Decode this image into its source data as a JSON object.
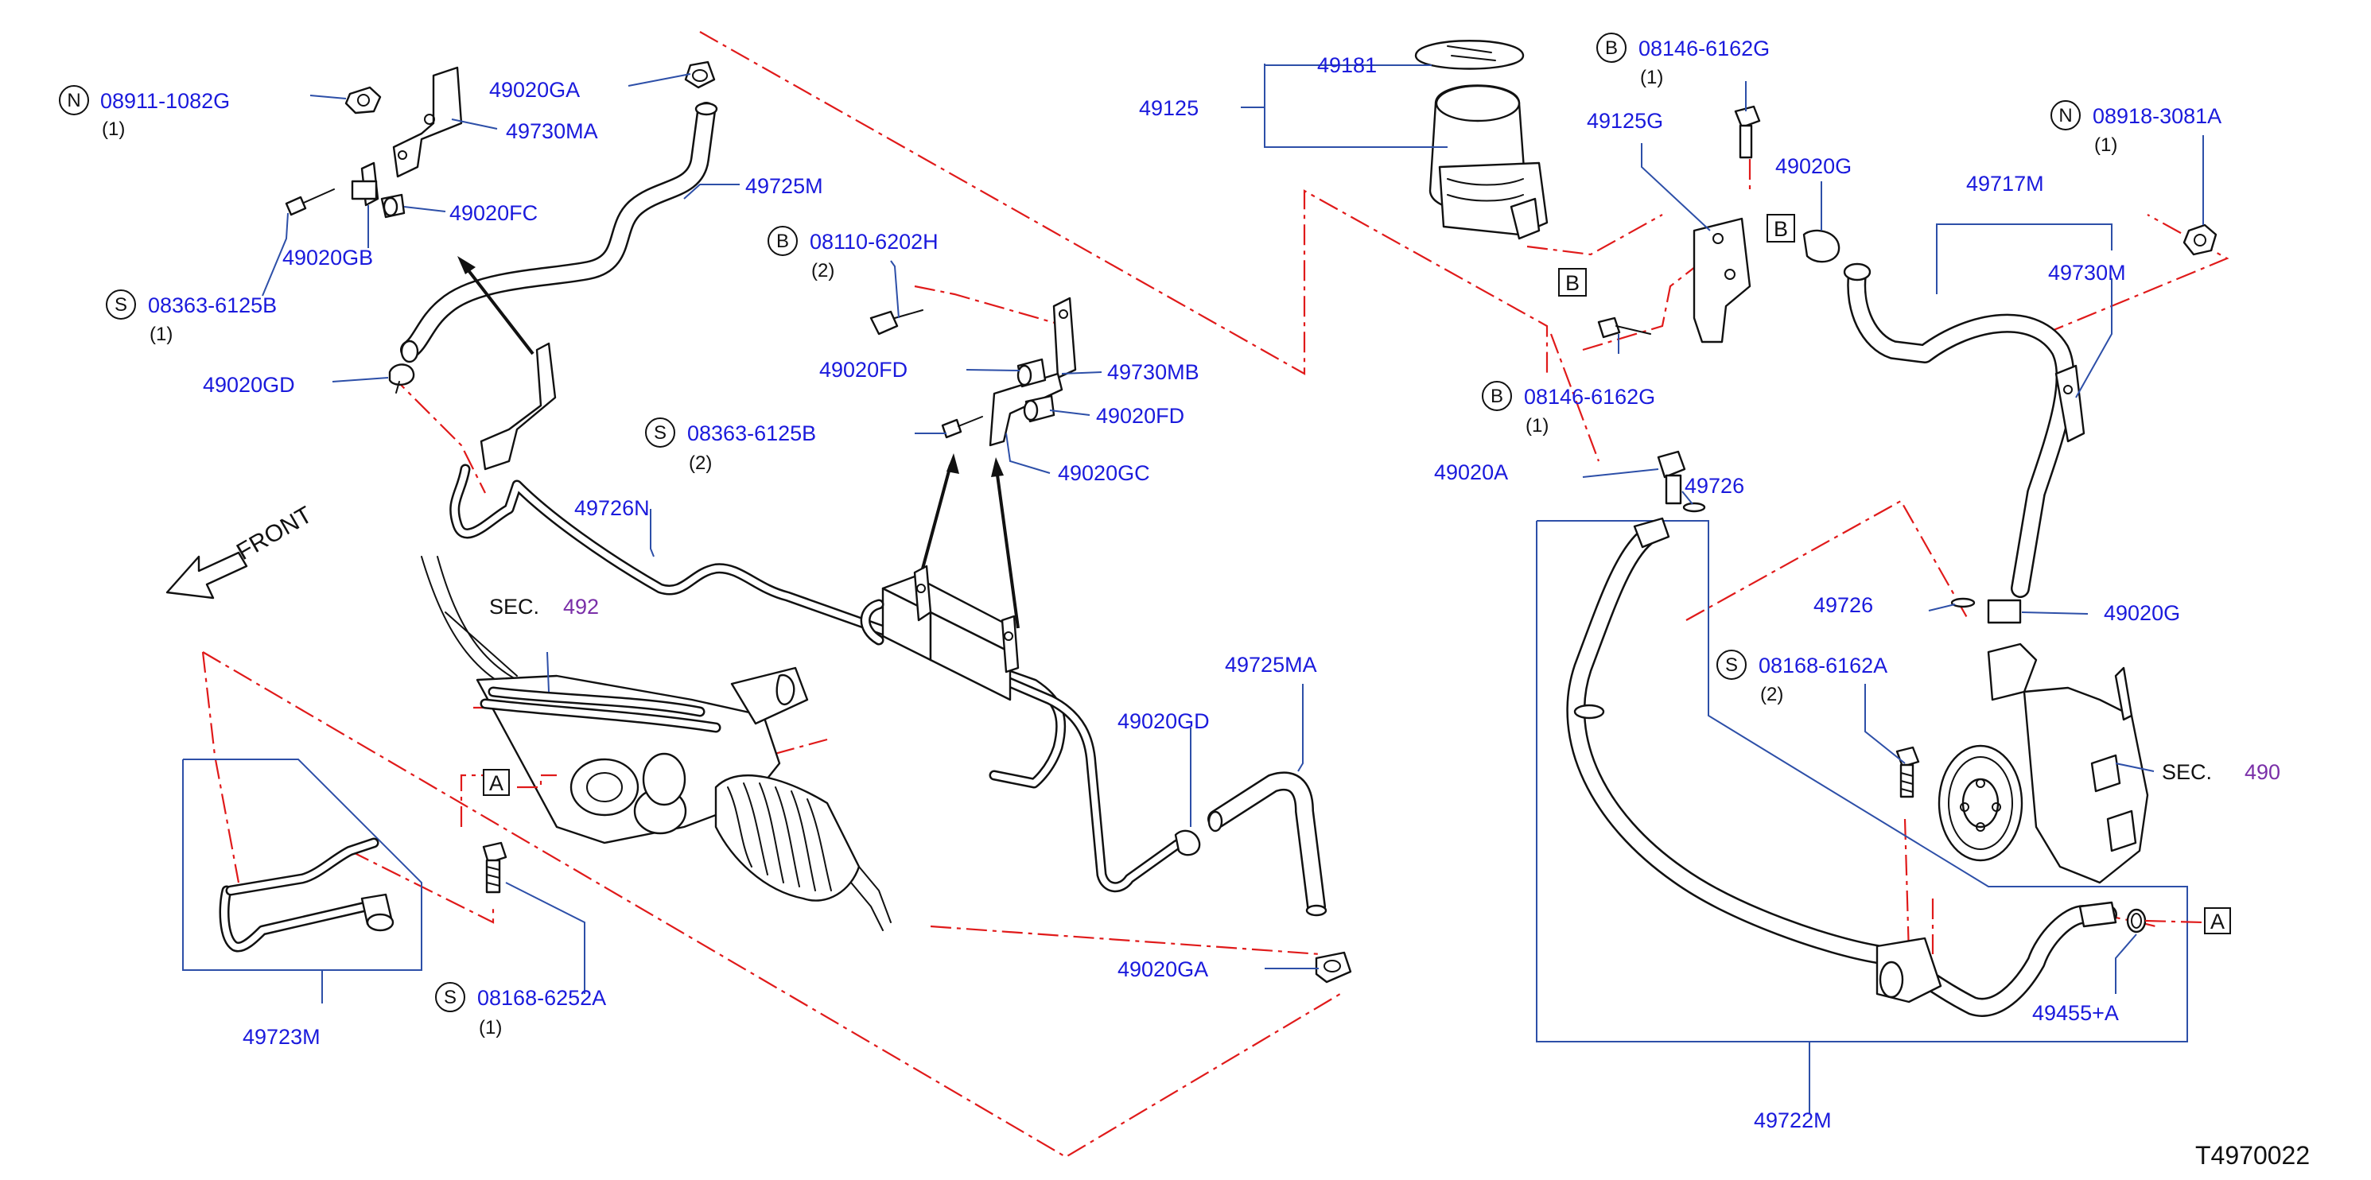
{
  "figure_id": "T4970022",
  "front_label": "FRONT",
  "sec_label": "SEC.",
  "sections": {
    "steering_gear": "492",
    "pump": "490"
  },
  "part_numbers": {
    "p49020GA_top": "49020GA",
    "p49730MA": "49730MA",
    "p49725M": "49725M",
    "p49020FC": "49020FC",
    "p49020GB": "49020GB",
    "p49020GD_left": "49020GD",
    "p49726N": "49726N",
    "p49020FD_1": "49020FD",
    "p49730MB": "49730MB",
    "p49020FD_2": "49020FD",
    "p49020GC": "49020GC",
    "p49725MA": "49725MA",
    "p49020GD_mid": "49020GD",
    "p49020GA_bottom": "49020GA",
    "p49723M": "49723M",
    "p49181": "49181",
    "p49125": "49125",
    "p49125G": "49125G",
    "p49020G_top": "49020G",
    "p49717M": "49717M",
    "p49730M": "49730M",
    "p49020A": "49020A",
    "p49726_1": "49726",
    "p49726_2": "49726",
    "p49020G_bottom": "49020G",
    "p49455A": "49455+A",
    "p49722M": "49722M"
  },
  "fasteners": {
    "n1": {
      "letter": "N",
      "number": "08911-1082G",
      "qty": "(1)"
    },
    "s1": {
      "letter": "S",
      "number": "08363-6125B",
      "qty": "(1)"
    },
    "b1": {
      "letter": "B",
      "number": "08110-6202H",
      "qty": "(2)"
    },
    "s2": {
      "letter": "S",
      "number": "08363-6125B",
      "qty": "(2)"
    },
    "s3": {
      "letter": "S",
      "number": "08168-6252A",
      "qty": "(1)"
    },
    "b2": {
      "letter": "B",
      "number": "08146-6162G",
      "qty": "(1)"
    },
    "b3": {
      "letter": "B",
      "number": "08146-6162G",
      "qty": "(1)"
    },
    "n2": {
      "letter": "N",
      "number": "08918-3081A",
      "qty": "(1)"
    },
    "s4": {
      "letter": "S",
      "number": "08168-6162A",
      "qty": "(2)"
    }
  },
  "callouts": {
    "a_left": "A",
    "a_right": "A",
    "b_reservoir": "B",
    "b_bracket": "B"
  }
}
